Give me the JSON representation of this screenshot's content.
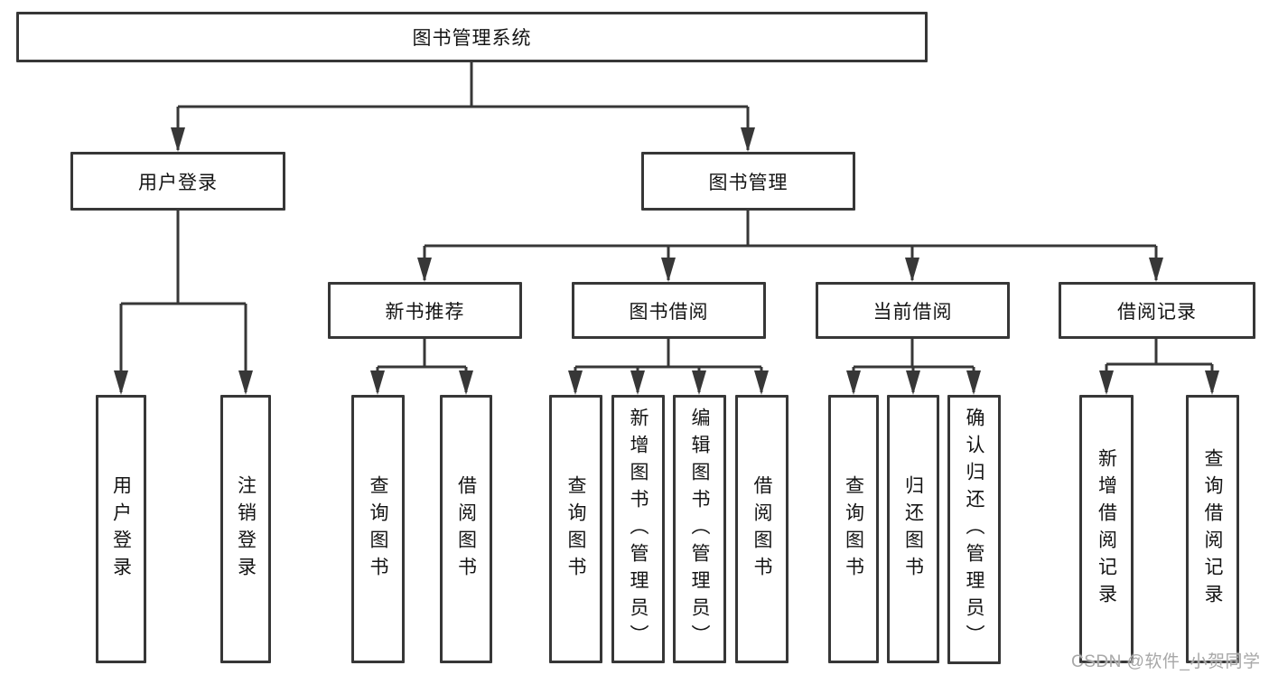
{
  "diagram": {
    "root": {
      "label": "图书管理系统"
    },
    "children": [
      {
        "label": "用户登录",
        "children": [
          {
            "label": "用户登录"
          },
          {
            "label": "注销登录"
          }
        ]
      },
      {
        "label": "图书管理",
        "children": [
          {
            "label": "新书推荐",
            "children": [
              {
                "label": "查询图书"
              },
              {
                "label": "借阅图书"
              }
            ]
          },
          {
            "label": "图书借阅",
            "children": [
              {
                "label": "查询图书"
              },
              {
                "label": "新增图书（管理员）"
              },
              {
                "label": "编辑图书（管理员）"
              },
              {
                "label": "借阅图书"
              }
            ]
          },
          {
            "label": "当前借阅",
            "children": [
              {
                "label": "查询图书"
              },
              {
                "label": "归还图书"
              },
              {
                "label": "确认归还（管理员）"
              }
            ]
          },
          {
            "label": "借阅记录",
            "children": [
              {
                "label": "新增借阅记录"
              },
              {
                "label": "查询借阅记录"
              }
            ]
          }
        ]
      }
    ]
  },
  "watermark": {
    "text": "CSDN @软件_小贺同学"
  },
  "colors": {
    "line": "#373737",
    "text": "#141414",
    "watermark": "#a8a8a8",
    "background": "#ffffff"
  }
}
